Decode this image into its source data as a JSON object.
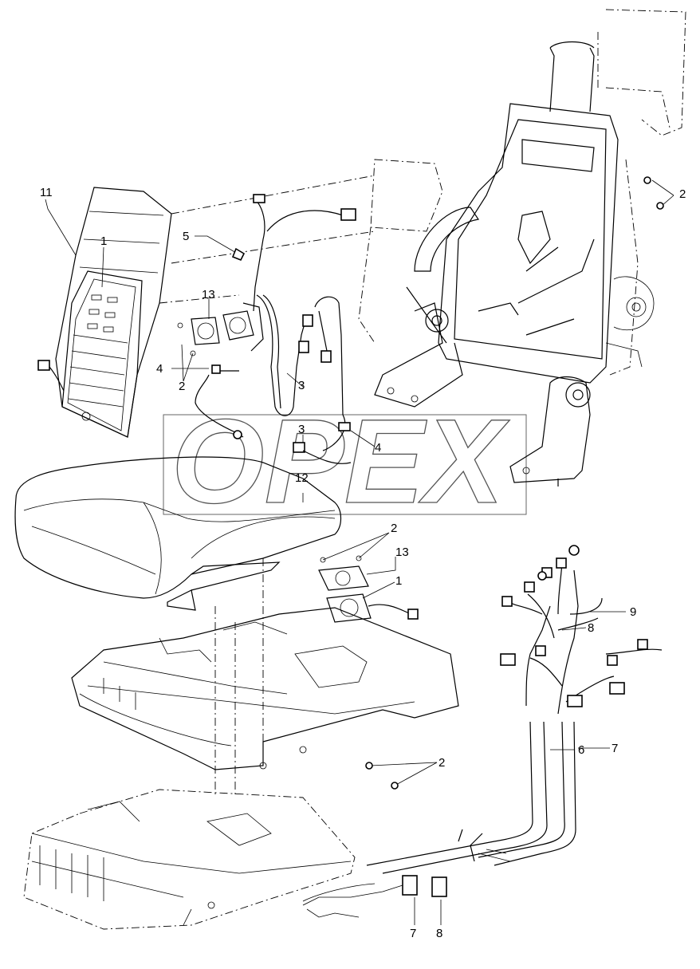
{
  "watermark": "OPEX",
  "callouts": [
    {
      "id": "c11",
      "text": "11"
    },
    {
      "id": "c1a",
      "text": "1"
    },
    {
      "id": "c5",
      "text": "5"
    },
    {
      "id": "c13a",
      "text": "13"
    },
    {
      "id": "c4a",
      "text": "4"
    },
    {
      "id": "c2a",
      "text": "2"
    },
    {
      "id": "c3a",
      "text": "3"
    },
    {
      "id": "c3b",
      "text": "3"
    },
    {
      "id": "c4b",
      "text": "4"
    },
    {
      "id": "c12",
      "text": "12"
    },
    {
      "id": "c2b",
      "text": "2"
    },
    {
      "id": "c2c",
      "text": "2"
    },
    {
      "id": "c13b",
      "text": "13"
    },
    {
      "id": "c1b",
      "text": "1"
    },
    {
      "id": "c9",
      "text": "9"
    },
    {
      "id": "c8a",
      "text": "8"
    },
    {
      "id": "c6",
      "text": "6"
    },
    {
      "id": "c7a",
      "text": "7"
    },
    {
      "id": "c2d",
      "text": "2"
    },
    {
      "id": "c7b",
      "text": "7"
    },
    {
      "id": "c8b",
      "text": "8"
    }
  ]
}
